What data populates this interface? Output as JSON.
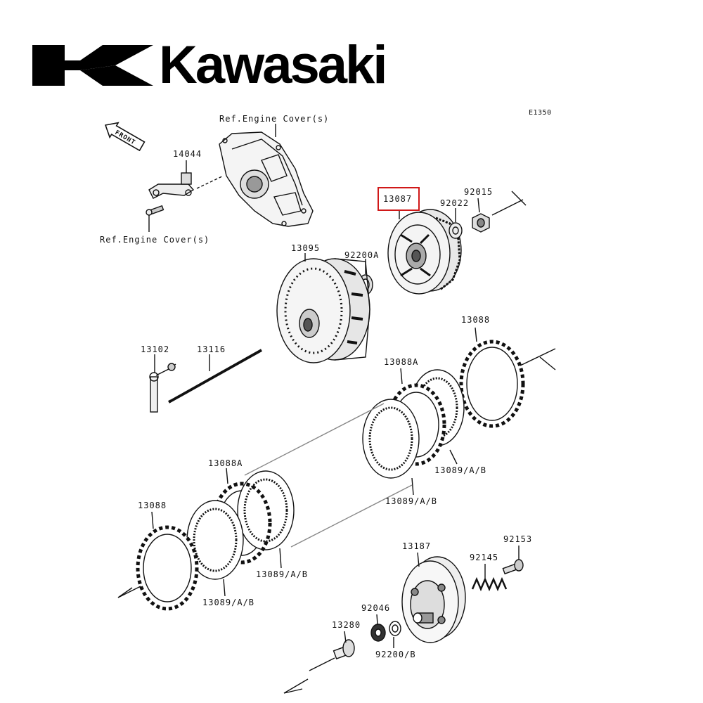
{
  "brand": {
    "name": "Kawasaki",
    "logo_icon": "kawasaki-k-logo",
    "color": "#000000"
  },
  "diagram_code": "E1350",
  "front_label": "FRONT",
  "highlight_color": "#d01818",
  "parts": {
    "ref_engine_cover_top": "Ref.Engine Cover(s)",
    "ref_engine_cover_bottom": "Ref.Engine Cover(s)",
    "p14044": "14044",
    "p13087": "13087",
    "p92022": "92022",
    "p92015": "92015",
    "p13095": "13095",
    "p92200a": "92200A",
    "p13102": "13102",
    "p13116": "13116",
    "p13088_right": "13088",
    "p13088a_right": "13088A",
    "p13089ab_right": "13089/A/B",
    "p13089ab_center": "13089/A/B",
    "p13088a_left": "13088A",
    "p13088_left": "13088",
    "p13089ab_left": "13089/A/B",
    "p13089ab_bottom": "13089/A/B",
    "p13187": "13187",
    "p92153": "92153",
    "p92145": "92145",
    "p92046": "92046",
    "p13280": "13280",
    "p92200b": "92200/B"
  }
}
